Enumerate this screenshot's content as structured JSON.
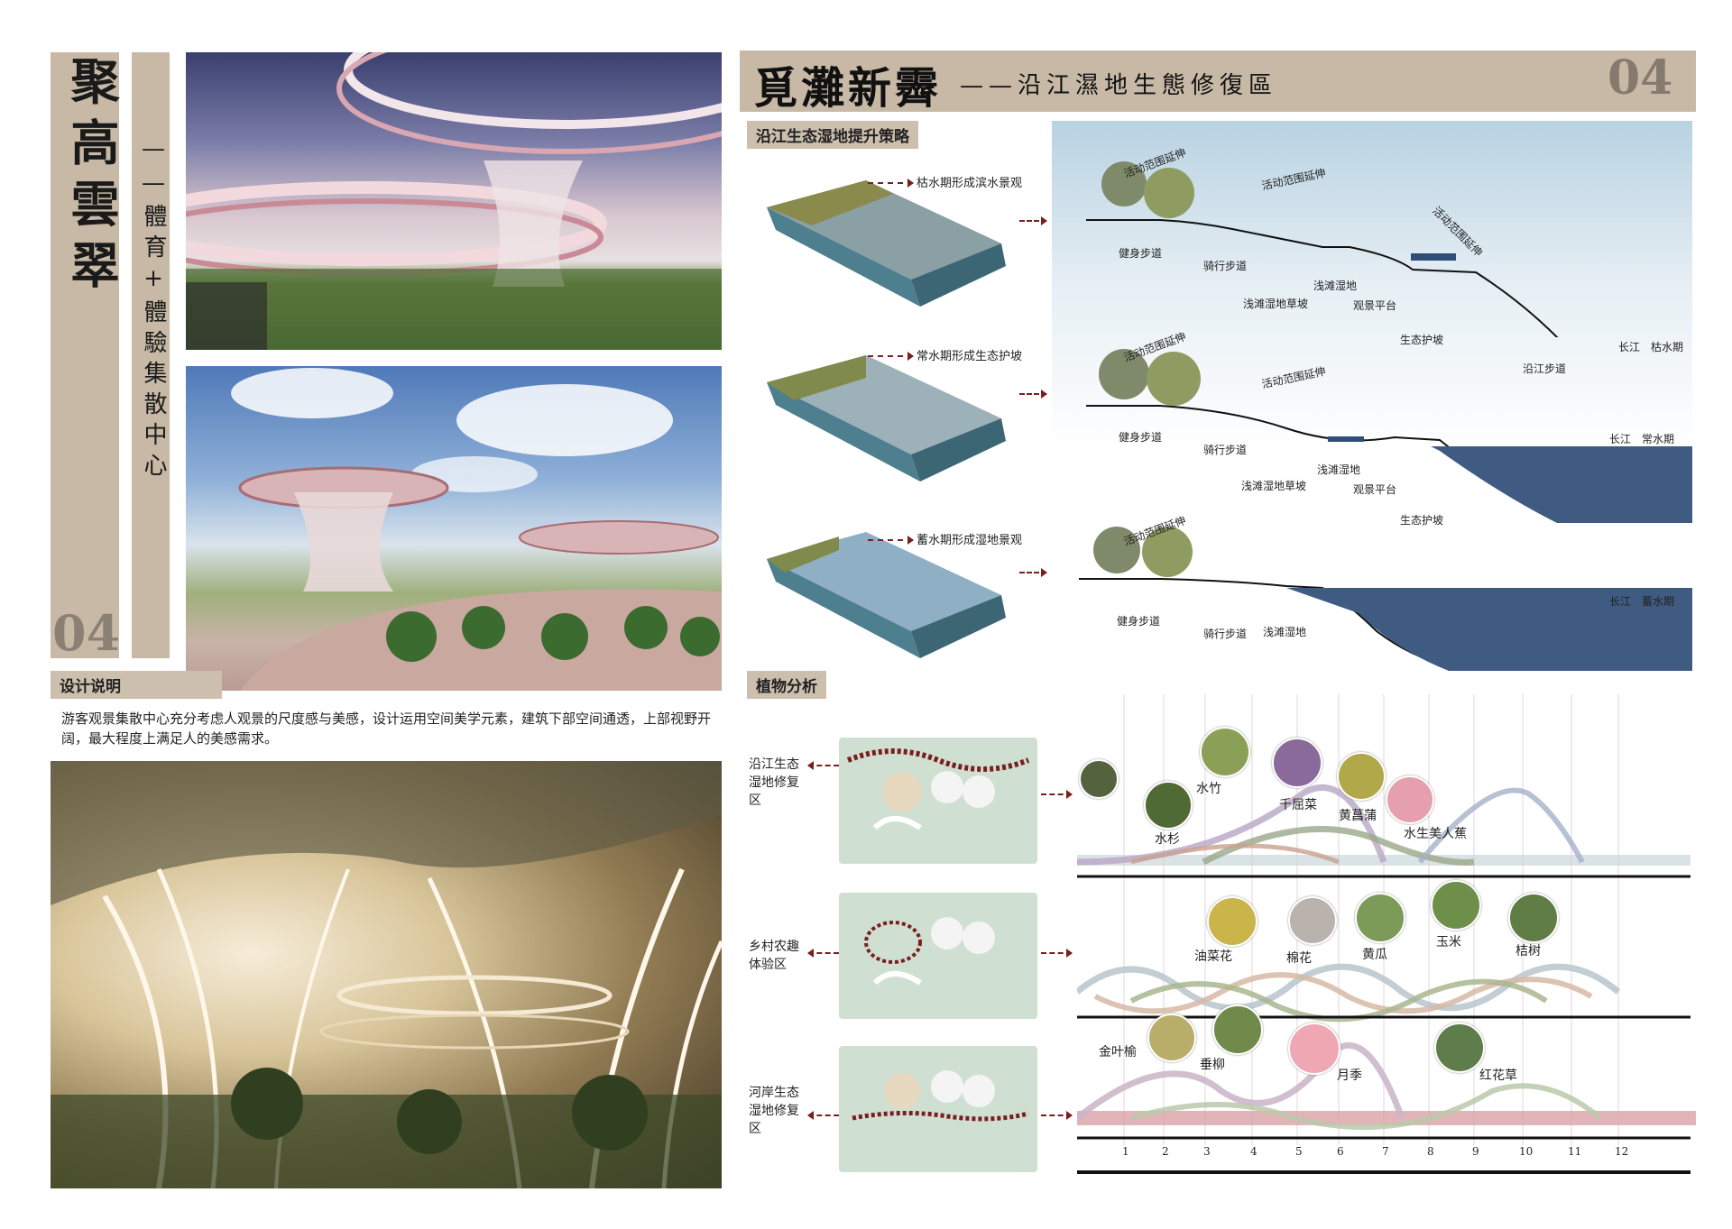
{
  "left_panel": {
    "main_title": "聚高雲翠",
    "sub_title": "——體育+體驗集散中心",
    "page_number": "04"
  },
  "header": {
    "title": "覓灘新霽",
    "subtitle": "——沿江濕地生態修復區",
    "page_number": "04"
  },
  "design_notes": {
    "tag": "设计说明",
    "text": "游客观景集散中心充分考虑人观景的尺度感与美感，设计运用空间美学元素，建筑下部空间通透，上部视野开阔，最大程度上满足人的美感需求。"
  },
  "strategy": {
    "tag": "沿江生态湿地提升策略",
    "blocks": [
      {
        "label": "枯水期形成滨水景观"
      },
      {
        "label": "常水期形成生态护坡"
      },
      {
        "label": "蓄水期形成湿地景观"
      }
    ],
    "sections": [
      {
        "labels": [
          "活动范围延伸",
          "活动范围延伸",
          "活动范围延伸",
          "健身步道",
          "骑行步道",
          "浅滩湿地",
          "观景平台",
          "浅滩湿地草坡",
          "生态护坡",
          "沿江步道"
        ],
        "river": "长江",
        "period": "枯水期"
      },
      {
        "labels": [
          "活动范围延伸",
          "活动范围延伸",
          "健身步道",
          "骑行步道",
          "浅滩湿地",
          "观景平台",
          "浅滩湿地草坡",
          "生态护坡"
        ],
        "river": "长江",
        "period": "常水期"
      },
      {
        "labels": [
          "活动范围延伸",
          "健身步道",
          "骑行步道",
          "浅滩湿地"
        ],
        "river": "长江",
        "period": "蓄水期"
      }
    ]
  },
  "plants": {
    "tag": "植物分析",
    "zones": [
      {
        "name": "沿江生态湿地修复区",
        "plants": [
          "水竹",
          "千屈菜",
          "黄菖蒲",
          "水杉",
          "水生美人蕉"
        ]
      },
      {
        "name": "乡村农趣体验区",
        "plants": [
          "油菜花",
          "棉花",
          "黄瓜",
          "玉米",
          "桔树"
        ]
      },
      {
        "name": "河岸生态湿地修复区",
        "plants": [
          "金叶榆",
          "垂柳",
          "月季",
          "红花草"
        ]
      }
    ],
    "months": [
      "1",
      "2",
      "3",
      "4",
      "5",
      "6",
      "7",
      "8",
      "9",
      "10",
      "11",
      "12"
    ]
  }
}
